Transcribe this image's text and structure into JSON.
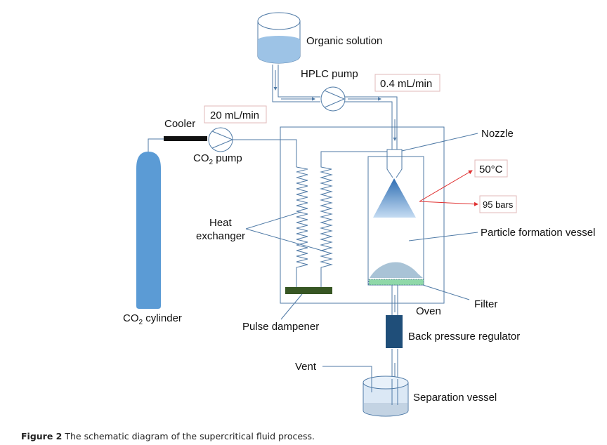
{
  "labels": {
    "organic_solution": "Organic solution",
    "hplc_pump": "HPLC pump",
    "hplc_rate": "0.4 mL/min",
    "co2_rate": "20 mL/min",
    "cooler": "Cooler",
    "co2_pump_prefix": "CO",
    "co2_pump_sub": "2",
    "co2_pump_suffix": " pump",
    "nozzle": "Nozzle",
    "temperature": "50°C",
    "pressure": "95 bars",
    "heat_exchanger_line1": "Heat",
    "heat_exchanger_line2": "exchanger",
    "particle_vessel": "Particle formation vessel",
    "filter": "Filter",
    "oven": "Oven",
    "co2_cyl_prefix": "CO",
    "co2_cyl_sub": "2",
    "co2_cyl_suffix": " cylinder",
    "pulse_dampener": "Pulse dampener",
    "bpr": "Back pressure regulator",
    "vent": "Vent",
    "separation_vessel": "Separation vessel"
  },
  "caption": {
    "figure_label": "Figure 2",
    "text": " The schematic diagram of the supercritical fluid process."
  },
  "colors": {
    "line": "#4f7aa6",
    "cylinder": "#5b9bd5",
    "liquid": "#9dc3e6",
    "dampener": "#375623",
    "bpr": "#1f4e79",
    "filter": "#8fd8a8",
    "alert": "#e03030"
  }
}
